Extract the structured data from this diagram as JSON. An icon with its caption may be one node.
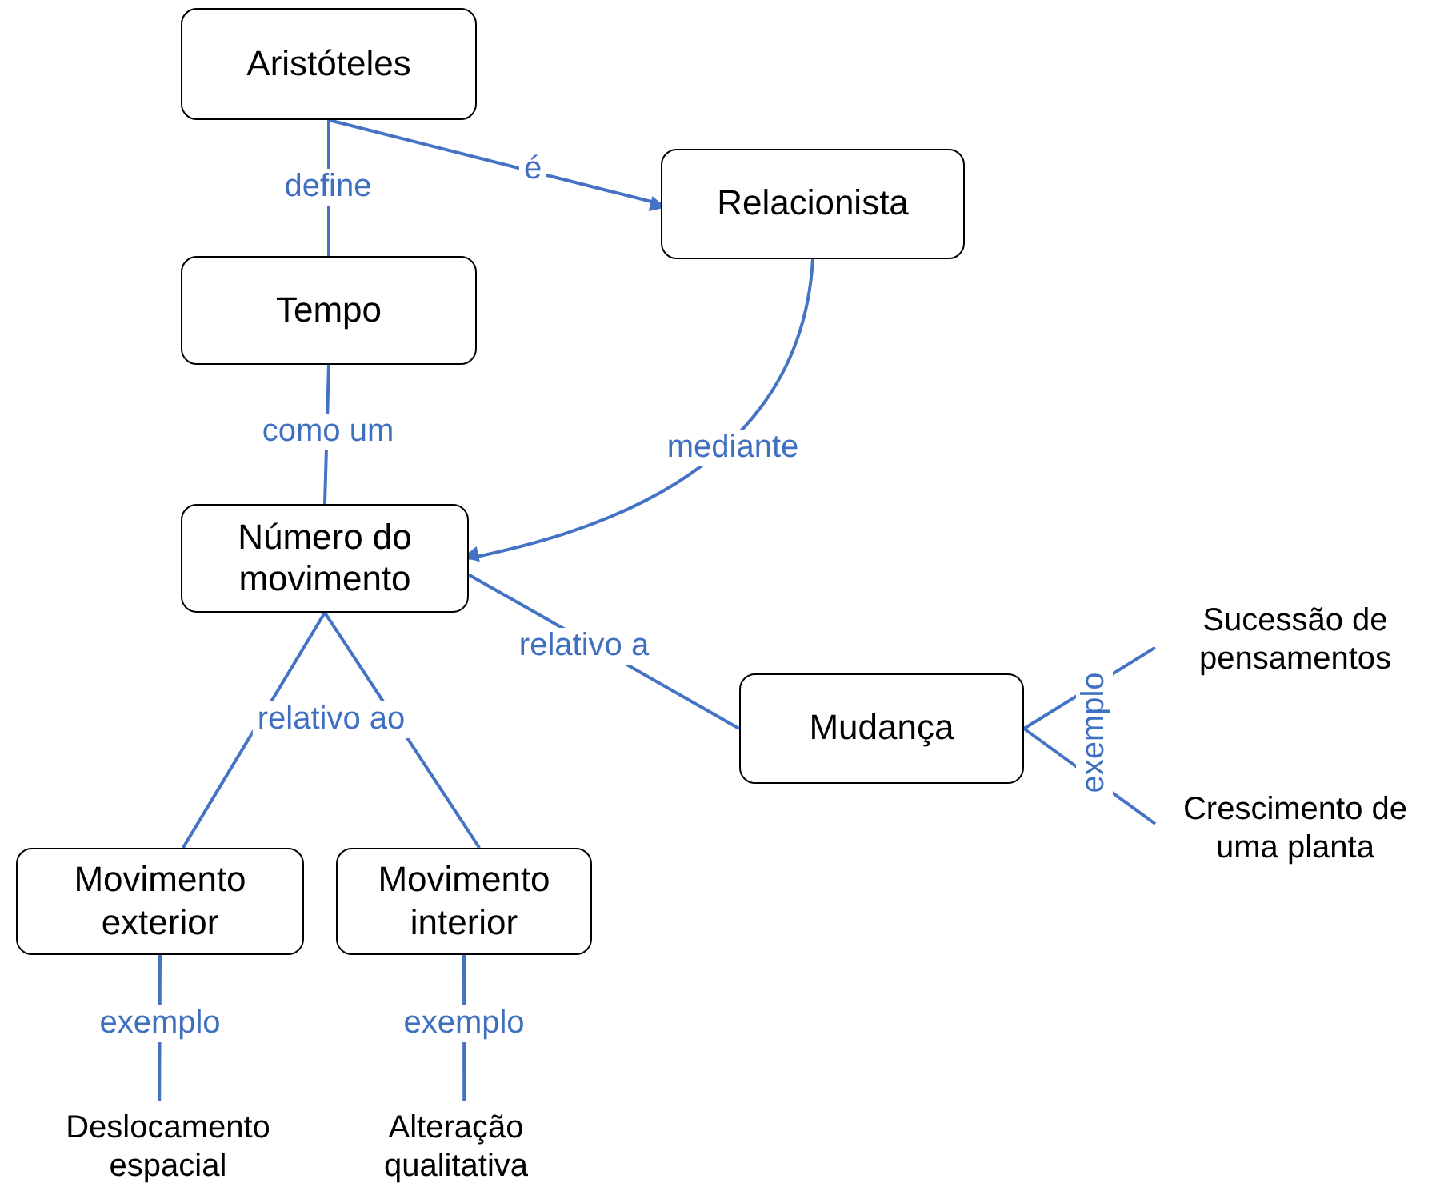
{
  "diagram": {
    "nodes": [
      {
        "text": [
          "Aristóteles"
        ]
      },
      {
        "text": [
          "Relacionista"
        ]
      },
      {
        "text": [
          "Tempo"
        ]
      },
      {
        "text": [
          "Número do movimento"
        ]
      },
      {
        "text": [
          "Mudança"
        ]
      },
      {
        "text": [
          "Sucessão de pensamentos"
        ]
      },
      {
        "text": [
          "Crescimento de uma planta"
        ]
      },
      {
        "text": [
          "Movimento exterior"
        ]
      },
      {
        "text": [
          "Movimento interior"
        ]
      },
      {
        "text": [
          "Deslocamento espacial"
        ]
      },
      {
        "text": [
          "Alteração qualitativa"
        ]
      }
    ],
    "edges": [
      {
        "from": 0,
        "to": 2,
        "arrow": "none",
        "label": "define"
      },
      {
        "from": 0,
        "to": 1,
        "arrow": "to",
        "label": "é"
      },
      {
        "from": 2,
        "to": 3,
        "arrow": "none",
        "label": "como um"
      },
      {
        "from": 1,
        "to": 3,
        "arrow": "to",
        "label": "mediante"
      },
      {
        "from": 4,
        "to": 3,
        "arrow": "none",
        "label": "relativo a"
      },
      {
        "from": 3,
        "to": 7,
        "arrow": "none",
        "label": "relativo ao"
      },
      {
        "from": 3,
        "to": 8,
        "arrow": "none"
      },
      {
        "from": 4,
        "to": 5,
        "arrow": "none",
        "label": "exemplo"
      },
      {
        "from": 4,
        "to": 6,
        "arrow": "none"
      },
      {
        "from": 7,
        "to": 9,
        "arrow": "none",
        "label": "exemplo"
      },
      {
        "from": 8,
        "to": 10,
        "arrow": "none",
        "label": "exemplo"
      }
    ]
  }
}
